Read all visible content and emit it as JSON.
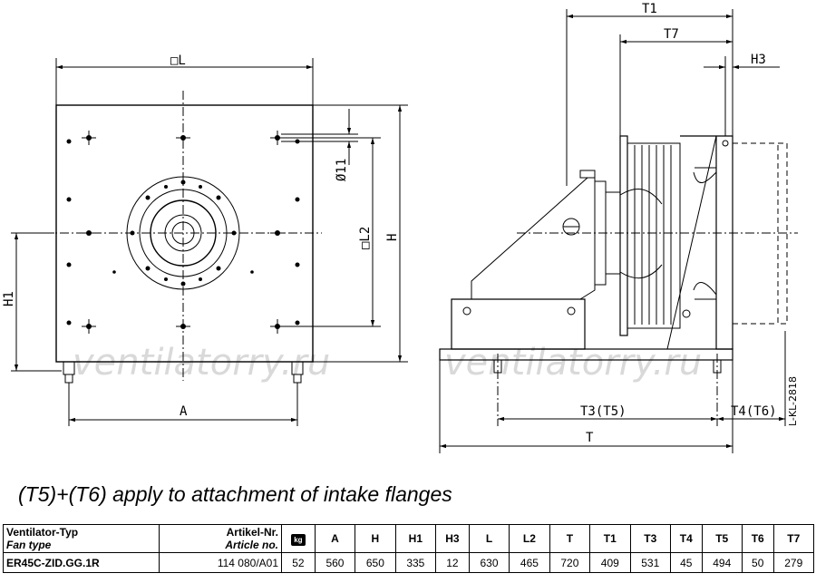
{
  "drawing": {
    "labels": {
      "L": "□L",
      "L2": "□L2",
      "H": "H",
      "H1": "H1",
      "A": "A",
      "d11": "Ø11",
      "T": "T",
      "T1": "T1",
      "T7": "T7",
      "H3": "H3",
      "T3T5": "T3(T5)",
      "T4T6": "T4(T6)"
    },
    "watermark": "ventilatorry.ru",
    "doc_id": "L-KL-2818"
  },
  "note": "(T5)+(T6) apply to attachment of intake flanges",
  "table": {
    "header": {
      "type_de": "Ventilator-Typ",
      "type_en": "Fan type",
      "art_de": "Artikel-Nr.",
      "art_en": "Article no.",
      "weight_icon": "kg",
      "cols": [
        "A",
        "H",
        "H1",
        "H3",
        "L",
        "L2",
        "T",
        "T1",
        "T3",
        "T4",
        "T5",
        "T6",
        "T7"
      ]
    },
    "row": {
      "type": "ER45C-ZID.GG.1R",
      "article": "114 080/A01",
      "weight": "52",
      "values": [
        "560",
        "650",
        "335",
        "12",
        "630",
        "465",
        "720",
        "409",
        "531",
        "45",
        "494",
        "50",
        "279"
      ]
    }
  }
}
